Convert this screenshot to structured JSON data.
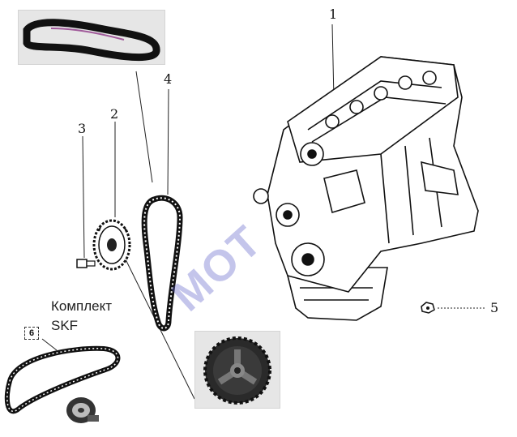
{
  "callouts": {
    "c1": "1",
    "c2": "2",
    "c3": "3",
    "c4": "4",
    "c5": "5",
    "c6": "6"
  },
  "kit": {
    "line1": "Комплект",
    "line2": "SKF"
  },
  "watermark": "MOT",
  "colors": {
    "ink": "#111111",
    "watermark": "#5a5cc8",
    "photo_bg": "#e6e6e6"
  }
}
